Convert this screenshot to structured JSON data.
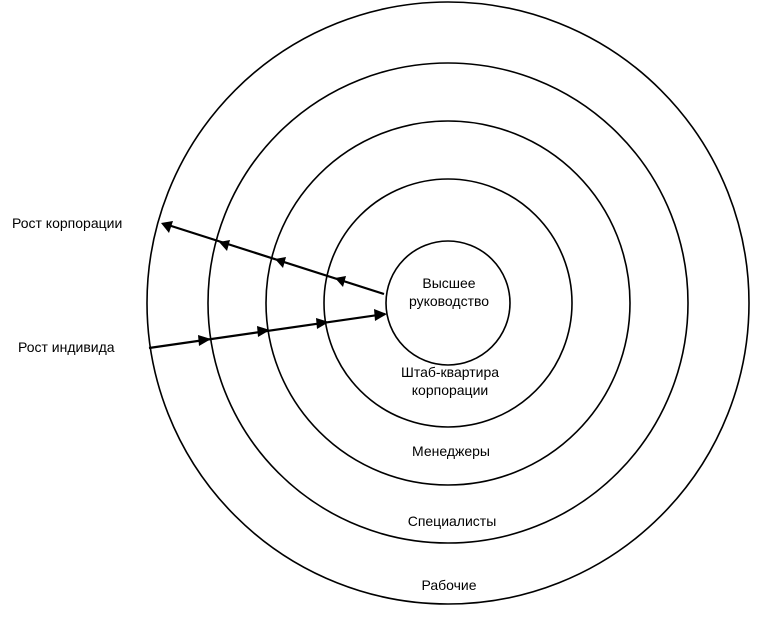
{
  "diagram": {
    "center_label_line1": "Высшее",
    "center_label_line2": "руководство",
    "headquarters_line1": "Штаб-квартира",
    "headquarters_line2": "корпорации",
    "managers": "Менеджеры",
    "specialists": "Специалисты",
    "workers": "Рабочие",
    "corporation_growth": "Рост корпорации",
    "individual_growth": "Рост индивида"
  },
  "colors": {
    "stroke": "#000000",
    "background": "#ffffff"
  }
}
